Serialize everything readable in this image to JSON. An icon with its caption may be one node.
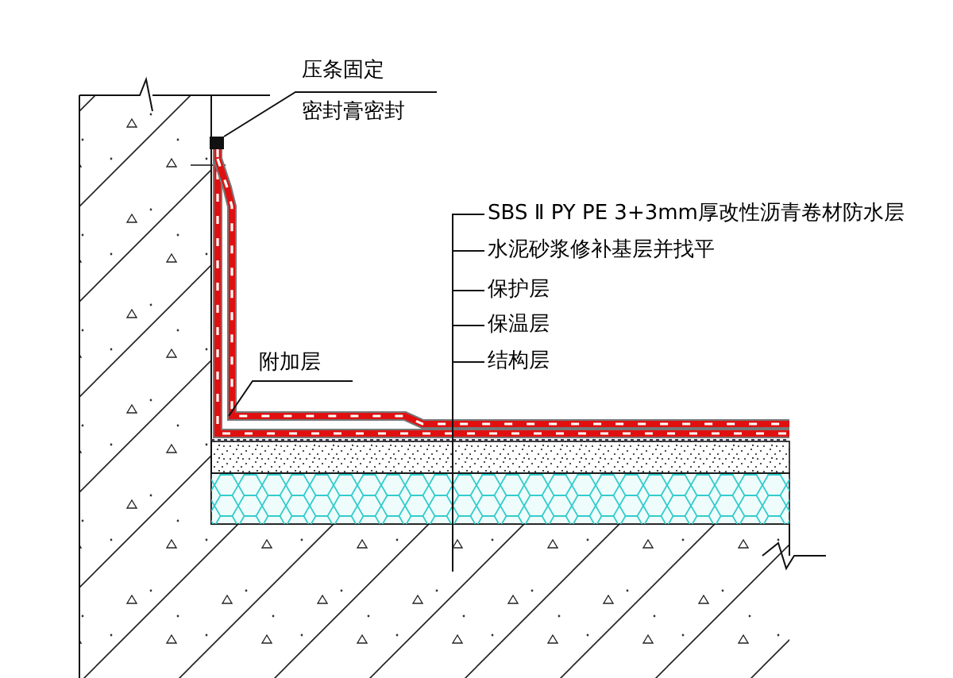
{
  "diagram": {
    "nodes": [
      {
        "text": [
          "压条固定",
          "密封膏密封"
        ]
      },
      {
        "text": [
          "SBS Ⅱ PY PE 3+3mm厚改性沥青卷材防水层"
        ]
      },
      {
        "text": [
          "水泥砂浆修补基层并找平"
        ]
      },
      {
        "text": [
          "保护层"
        ]
      },
      {
        "text": [
          "保温层"
        ]
      },
      {
        "text": [
          "结构层"
        ]
      },
      {
        "text": [
          "附加层"
        ]
      },
      {
        "text": [],
        "shape": "box"
      }
    ],
    "edges": [
      {
        "from": 0,
        "to": 7,
        "arrow": "none"
      },
      {
        "from": 1,
        "to": null,
        "arrow": "none"
      },
      {
        "from": 2,
        "to": null,
        "arrow": "none"
      },
      {
        "from": 3,
        "to": null,
        "arrow": "none"
      },
      {
        "from": 4,
        "to": null,
        "arrow": "none"
      },
      {
        "from": 5,
        "to": null,
        "arrow": "none"
      },
      {
        "from": 6,
        "to": null,
        "arrow": "none"
      }
    ]
  }
}
